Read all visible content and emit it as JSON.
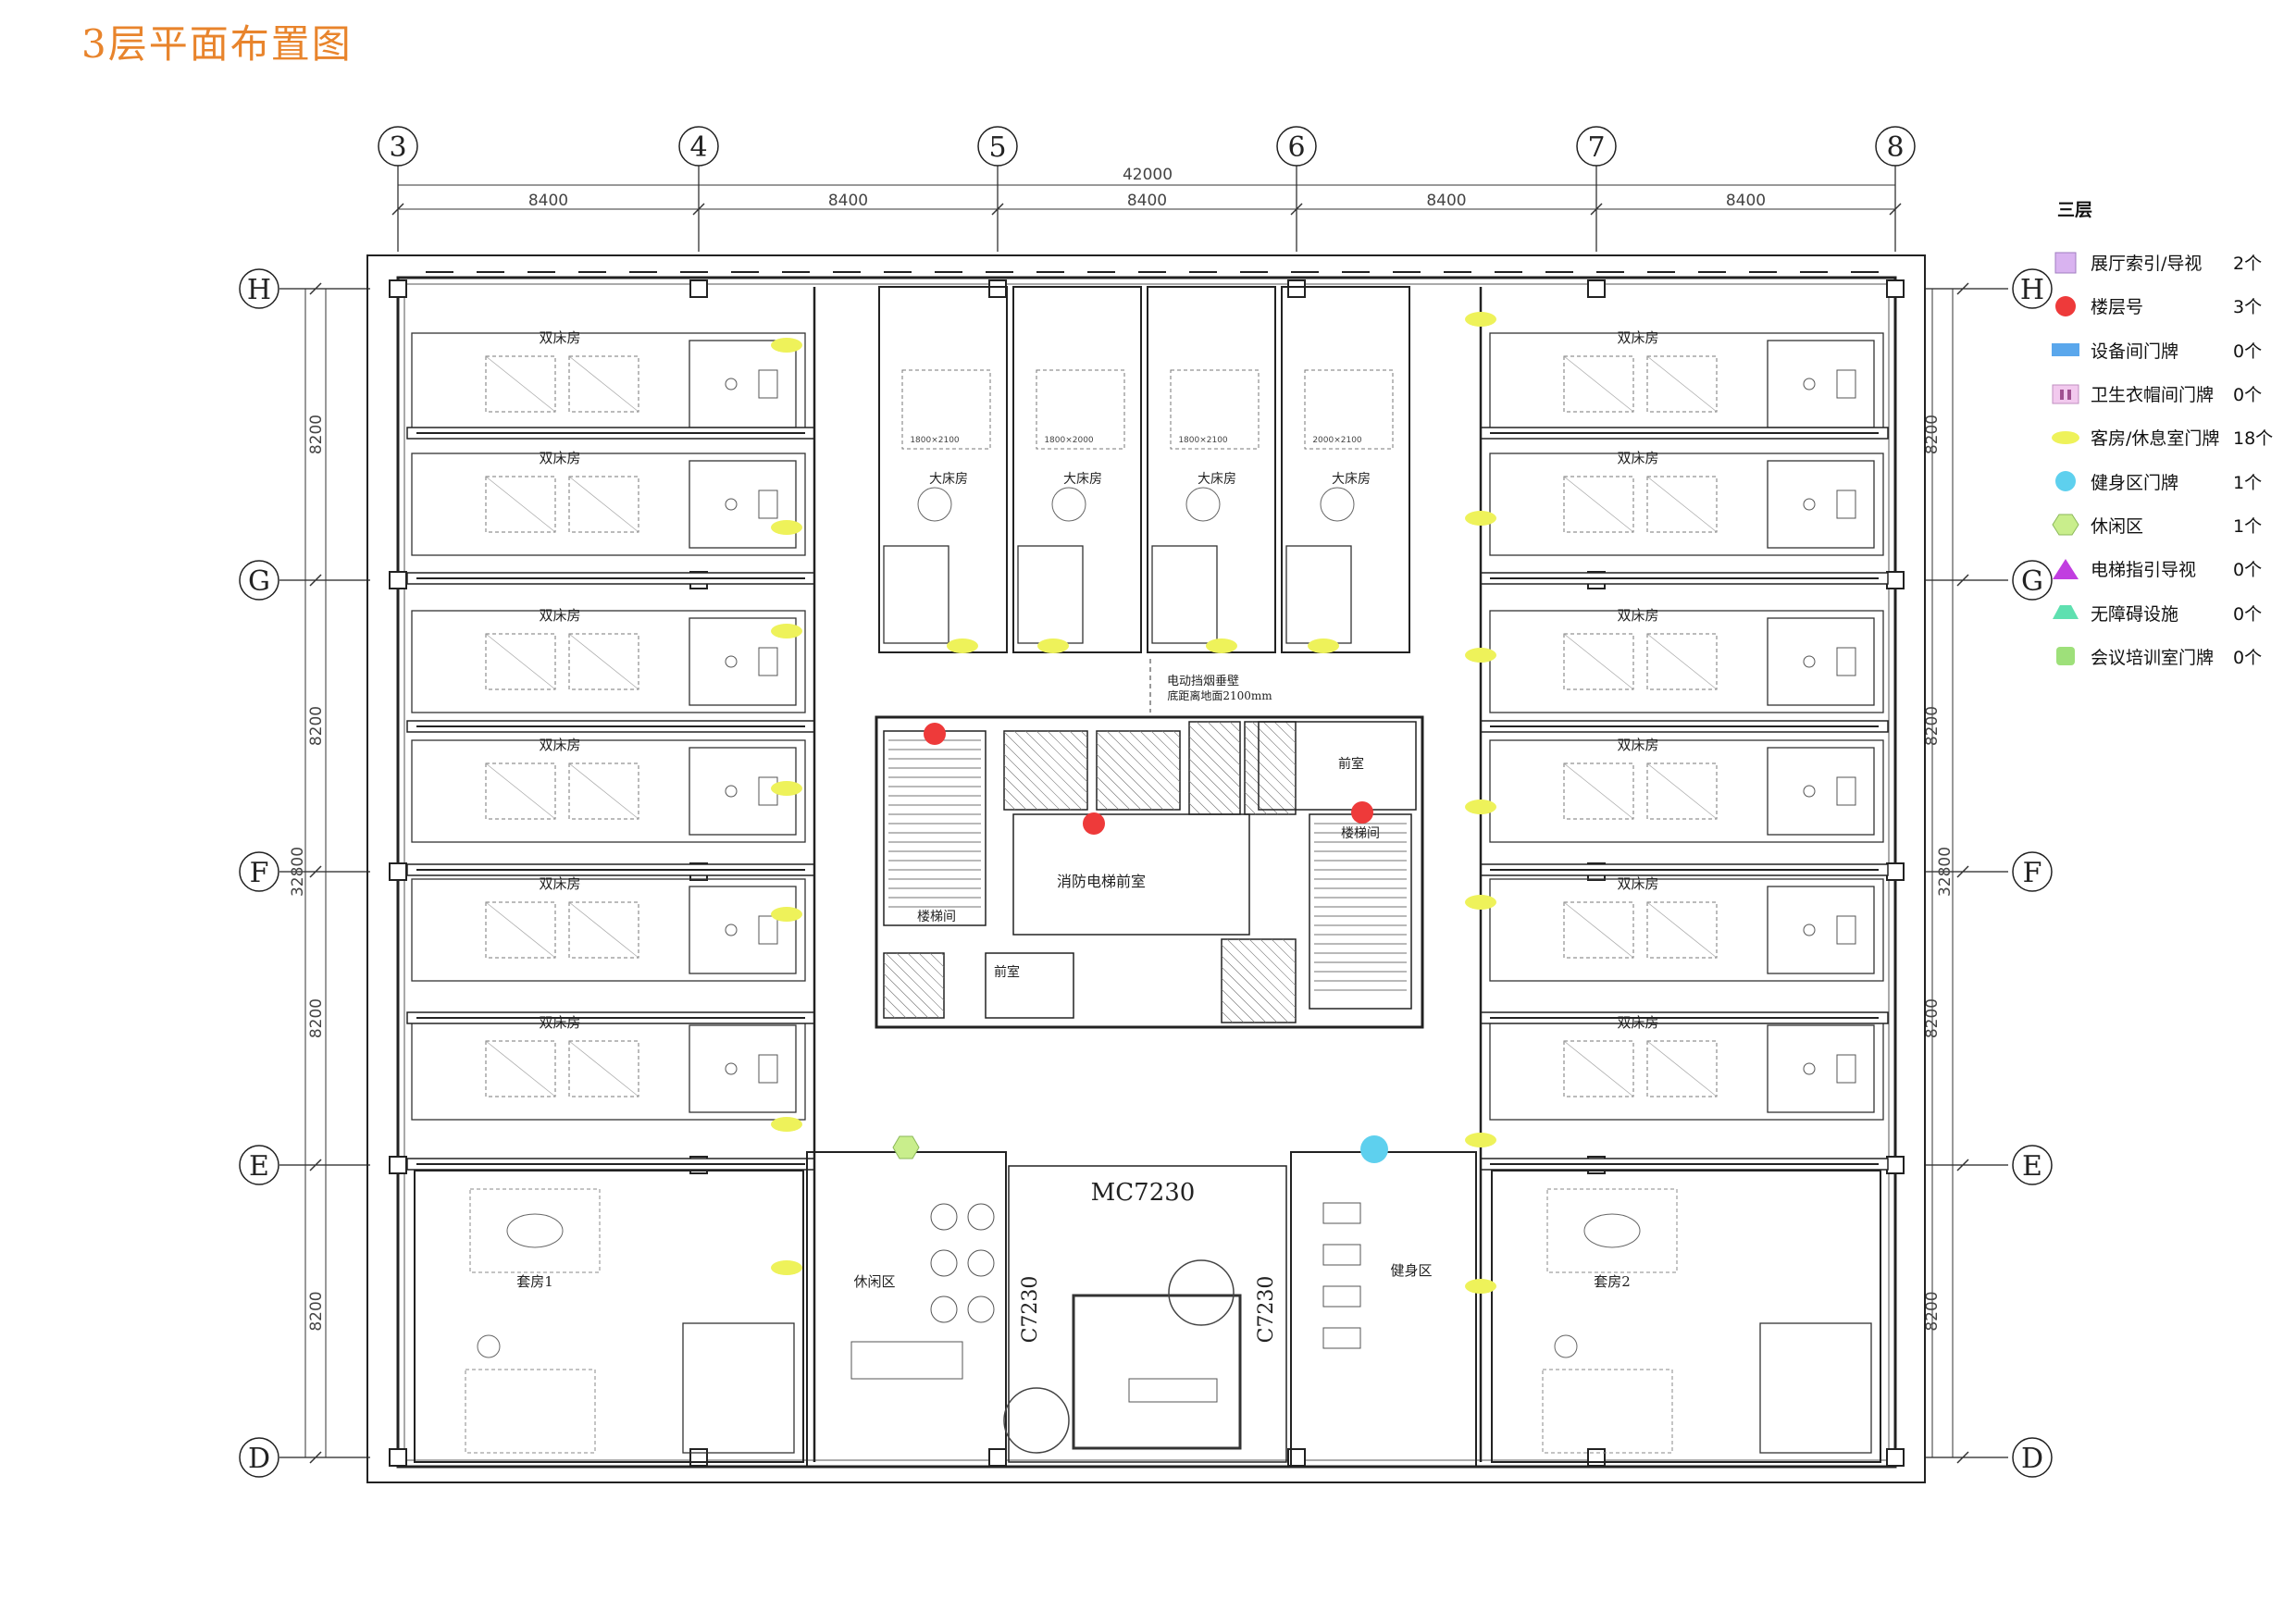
{
  "title": "3层平面布置图",
  "axes": {
    "vertical": [
      "3",
      "4",
      "5",
      "6",
      "7",
      "8"
    ],
    "horizontal": [
      "H",
      "G",
      "F",
      "E",
      "D"
    ]
  },
  "dimensions": {
    "total_width": "42000",
    "bays": [
      "8400",
      "8400",
      "8400",
      "8400",
      "8400"
    ],
    "total_depth": "32800",
    "rows": [
      "8200",
      "8200",
      "8200",
      "8200"
    ]
  },
  "rooms": {
    "twin": "双床房",
    "king": "大床房",
    "suite1": "套房1",
    "suite2": "套房2",
    "stair": "楼梯间",
    "anteroom": "前室",
    "fire_lobby": "消防电梯前室",
    "lounge": "休闲区",
    "gym": "健身区",
    "fire_curtain_1": "电动挡烟垂壁",
    "fire_curtain_2": "底距离地面2100mm",
    "door_mc": "MC7230",
    "window_c": "C7230",
    "bed_sizes": [
      "1800×2100",
      "1800×2000",
      "1800×2100",
      "2000×2100"
    ],
    "misc_note": "消防电梯前室"
  },
  "legend": {
    "title": "三层",
    "items": [
      {
        "label": "展厅索引/导视",
        "count": "2个",
        "shape": "square",
        "color": "#d9b3f0"
      },
      {
        "label": "楼层号",
        "count": "3个",
        "shape": "circle",
        "color": "#ee3a3a"
      },
      {
        "label": "设备间门牌",
        "count": "0个",
        "shape": "rect",
        "color": "#5aa7ec"
      },
      {
        "label": "卫生衣帽间门牌",
        "count": "0个",
        "shape": "wc",
        "color": "#f2c9ee"
      },
      {
        "label": "客房/休息室门牌",
        "count": "18个",
        "shape": "ellipse",
        "color": "#eef25a"
      },
      {
        "label": "健身区门牌",
        "count": "1个",
        "shape": "circle",
        "color": "#5ed0ee"
      },
      {
        "label": "休闲区",
        "count": "1个",
        "shape": "hexagon",
        "color": "#c9ee8c"
      },
      {
        "label": "电梯指引导视",
        "count": "0个",
        "shape": "triangle",
        "color": "#c13ee0"
      },
      {
        "label": "无障碍设施",
        "count": "0个",
        "shape": "trapezoid",
        "color": "#5fe0b0"
      },
      {
        "label": "会议培训室门牌",
        "count": "0个",
        "shape": "roundsq",
        "color": "#9ee07a"
      }
    ]
  },
  "markers": {
    "floor_number_color": "#ee3a3a",
    "room_sign_color": "#eef25a",
    "gym_color": "#5ed0ee",
    "lounge_color": "#c9ee8c"
  }
}
